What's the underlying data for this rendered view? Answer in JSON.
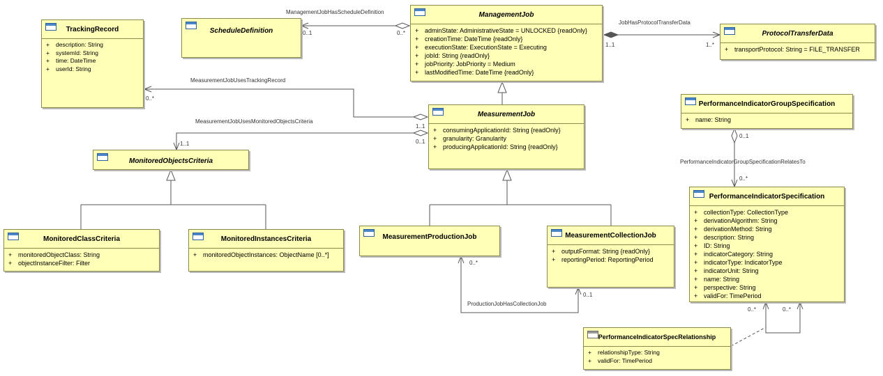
{
  "classes": {
    "tracking_record": {
      "name": "TrackingRecord",
      "attributes": [
        "description: String",
        "systemId: String",
        "time: DateTime",
        "userId: String"
      ]
    },
    "schedule_definition": {
      "name": "ScheduleDefinition"
    },
    "management_job": {
      "name": "ManagementJob",
      "attributes": [
        "adminState: AdministrativeState = UNLOCKED {readOnly}",
        "creationTime: DateTime {readOnly}",
        "executionState: ExecutionState = Executing",
        "jobId: String {readOnly}",
        "jobPriority: JobPriority = Medium",
        "lastModifiedTime: DateTime {readOnly}"
      ]
    },
    "protocol_transfer_data": {
      "name": "ProtocolTransferData",
      "attributes": [
        "transportProtocol: String = FILE_TRANSFER"
      ]
    },
    "measurement_job": {
      "name": "MeasurementJob",
      "attributes": [
        "consumingApplicationId: String {readOnly}",
        "granularity: Granularity",
        "producingApplicationId: String {readOnly}"
      ]
    },
    "monitored_objects_criteria": {
      "name": "MonitoredObjectsCriteria"
    },
    "monitored_class_criteria": {
      "name": "MonitoredClassCriteria",
      "attributes": [
        "monitoredObjectClass: String",
        "objectInstanceFilter: Filter"
      ]
    },
    "monitored_instances_criteria": {
      "name": "MonitoredInstancesCriteria",
      "attributes": [
        "monitoredObjectInstances: ObjectName [0..*]"
      ]
    },
    "measurement_production_job": {
      "name": "MeasurementProductionJob"
    },
    "measurement_collection_job": {
      "name": "MeasurementCollectionJob",
      "attributes": [
        "outputFormat: String {readOnly}",
        "reportingPeriod: ReportingPeriod"
      ]
    },
    "pi_group_spec": {
      "name": "PerformanceIndicatorGroupSpecification",
      "attributes": [
        "name: String"
      ]
    },
    "pi_spec": {
      "name": "PerformanceIndicatorSpecification",
      "attributes": [
        "collectionType: CollectionType",
        "derivationAlgorithm: String",
        "derivationMethod: String",
        "description: String",
        "ID: String",
        "indicatorCategory: String",
        "indicatorType: IndicatorType",
        "indicatorUnit: String",
        "name: String",
        "perspective: String",
        "validFor: TimePeriod"
      ]
    },
    "pi_spec_relationship": {
      "name": "PerformanceIndicatorSpecRelationship",
      "attributes": [
        "relationshipType: String",
        "validFor: TimePeriod"
      ]
    }
  },
  "associations": {
    "mj_schedule": {
      "name": "ManagementJobHasScheduleDefinition",
      "mult_a": "0..1",
      "mult_b": "0..*"
    },
    "mj_protocol": {
      "name": "JobHasProtocolTransferData",
      "mult_a": "1..1",
      "mult_b": "1..*"
    },
    "mj_tracking": {
      "name": "MeasurementJobUsesTrackingRecord",
      "mult_a": "0..*",
      "mult_b": "1..1"
    },
    "mj_monitored": {
      "name": "MeasurementJobUsesMonitoredObjectsCriteria",
      "mult_a": "1..1",
      "mult_b": "0..1"
    },
    "prod_coll": {
      "name": "ProductionJobHasCollectionJob",
      "mult_a": "0..*",
      "mult_b": "0..1"
    },
    "pigs_pis": {
      "name": "PerformanceIndicatorGroupSpecificationRelatesTo",
      "mult_a": "0..1",
      "mult_b": "0..*"
    },
    "pis_self": {
      "mult_a": "0..*",
      "mult_b": "0..*"
    }
  }
}
